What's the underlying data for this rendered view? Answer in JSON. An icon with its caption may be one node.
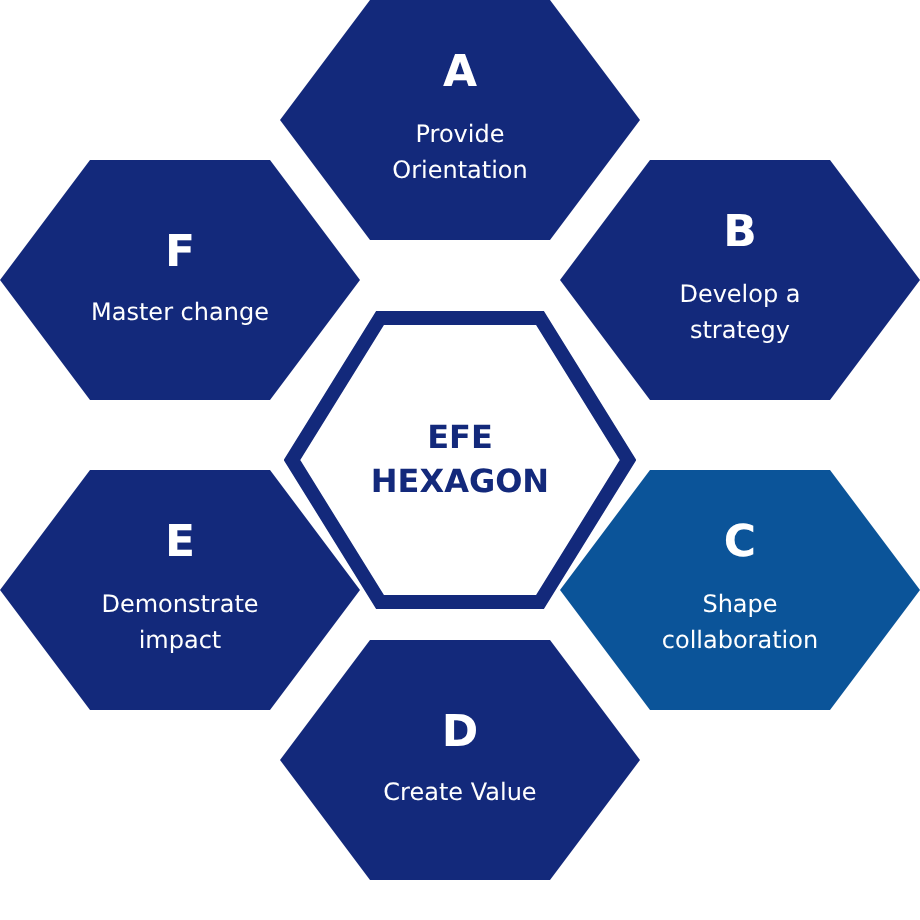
{
  "diagram": {
    "nodes": [
      {
        "text": [
          "EFE HEXAGON"
        ]
      },
      {
        "text": [
          "A",
          "Provide Orientation"
        ]
      },
      {
        "text": [
          "B",
          "Develop a strategy"
        ]
      },
      {
        "text": [
          "C",
          "Shape collaboration"
        ]
      },
      {
        "text": [
          "D",
          "Create Value"
        ]
      },
      {
        "text": [
          "E",
          "Demonstrate impact"
        ]
      },
      {
        "text": [
          "F",
          "Master change"
        ]
      }
    ]
  }
}
